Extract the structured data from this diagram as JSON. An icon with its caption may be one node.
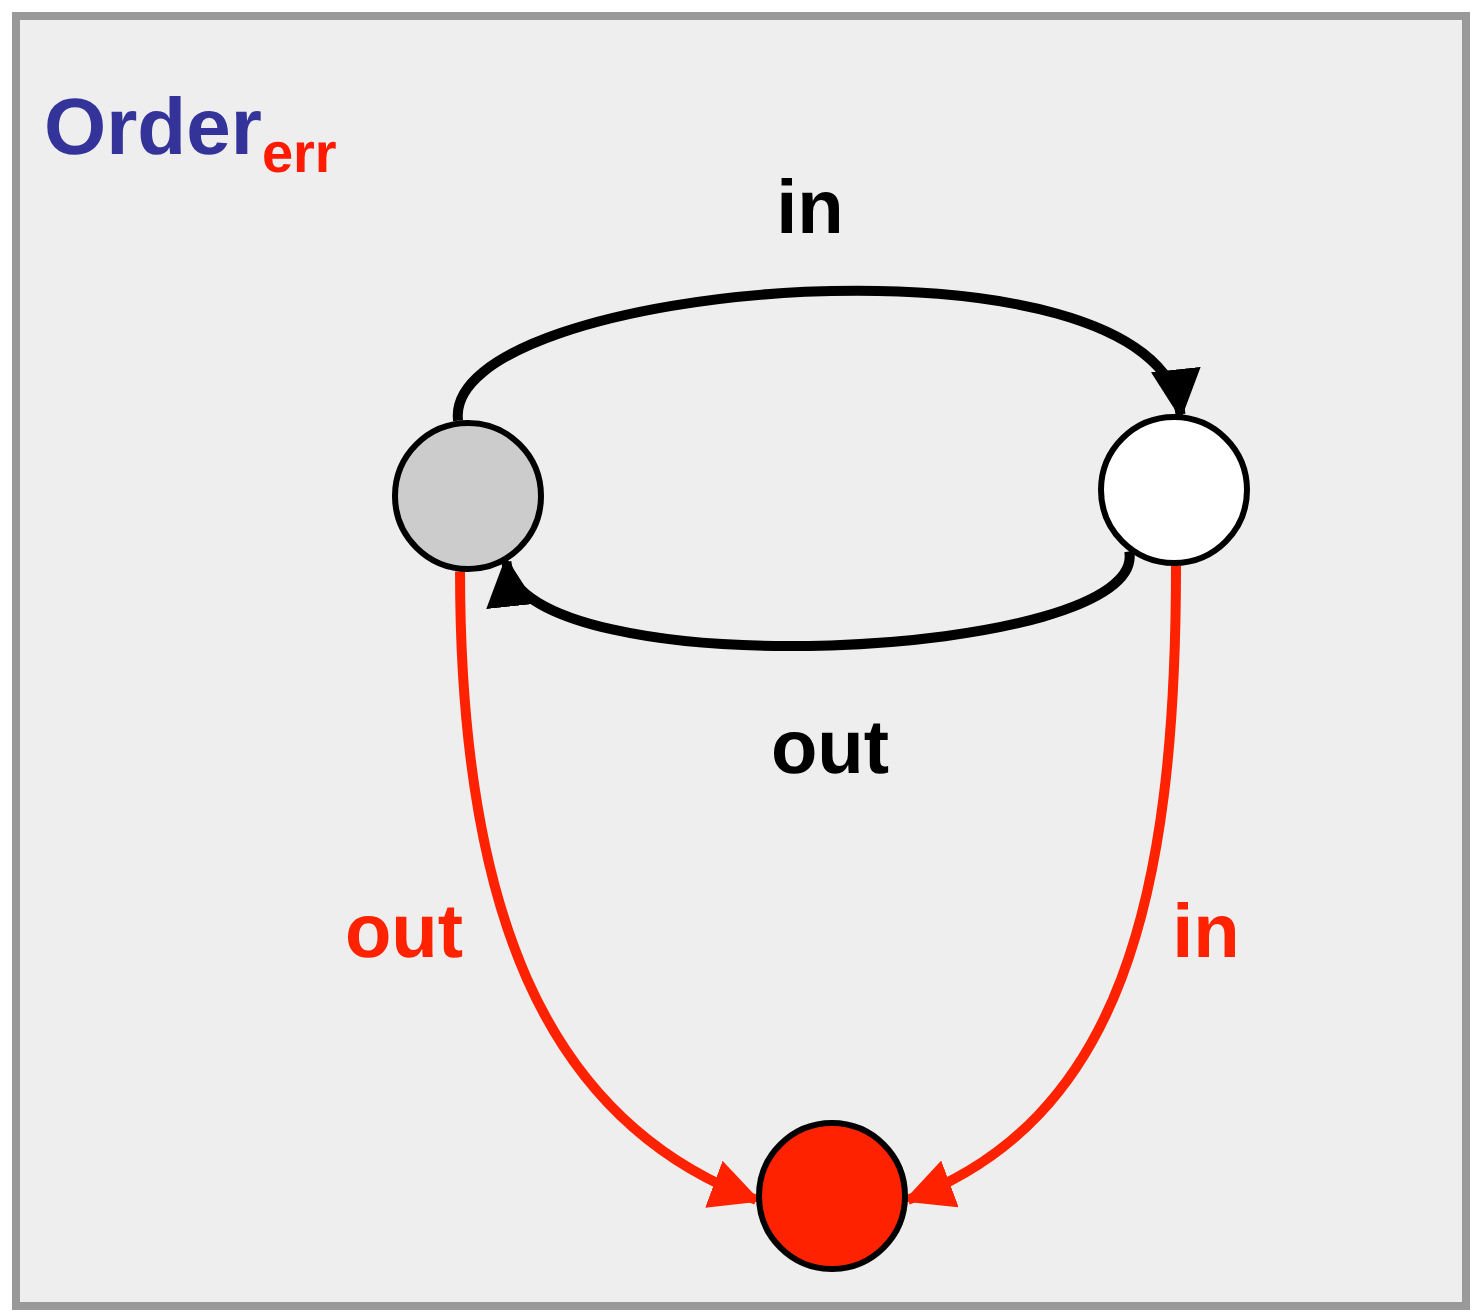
{
  "diagram": {
    "title": "Order$_{err}$",
    "nodes": [
      {
        "text": [],
        "shape": "circle"
      },
      {
        "text": [],
        "shape": "circle"
      },
      {
        "text": [],
        "shape": "circle"
      }
    ],
    "edges": [
      {
        "from": 0,
        "to": 1,
        "arrow": "to",
        "label": "in"
      },
      {
        "from": 1,
        "to": 0,
        "arrow": "to",
        "label": "out"
      },
      {
        "from": 0,
        "to": 2,
        "arrow": "to",
        "label": "out",
        "color": "#ff2200"
      },
      {
        "from": 1,
        "to": 2,
        "arrow": "to",
        "label": "in",
        "color": "#ff2200"
      }
    ]
  }
}
